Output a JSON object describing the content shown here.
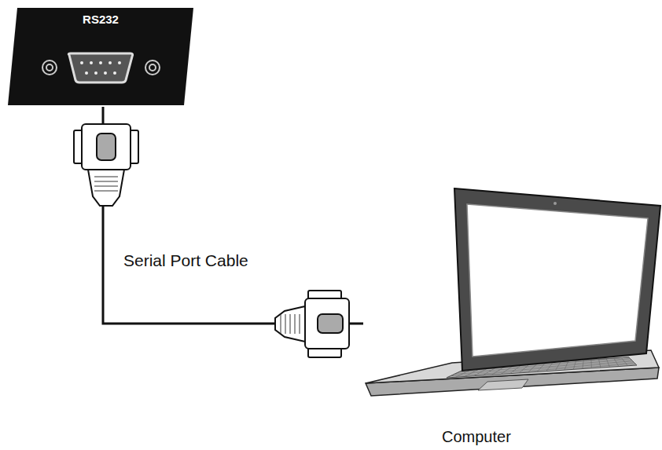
{
  "diagram": {
    "nodes": [
      {
        "text": [
          "RS232"
        ]
      },
      {
        "text": [
          "Computer"
        ]
      }
    ],
    "edges": [
      {
        "from": 0,
        "to": 1,
        "arrow": "none",
        "label": "Serial Port Cable"
      }
    ]
  }
}
